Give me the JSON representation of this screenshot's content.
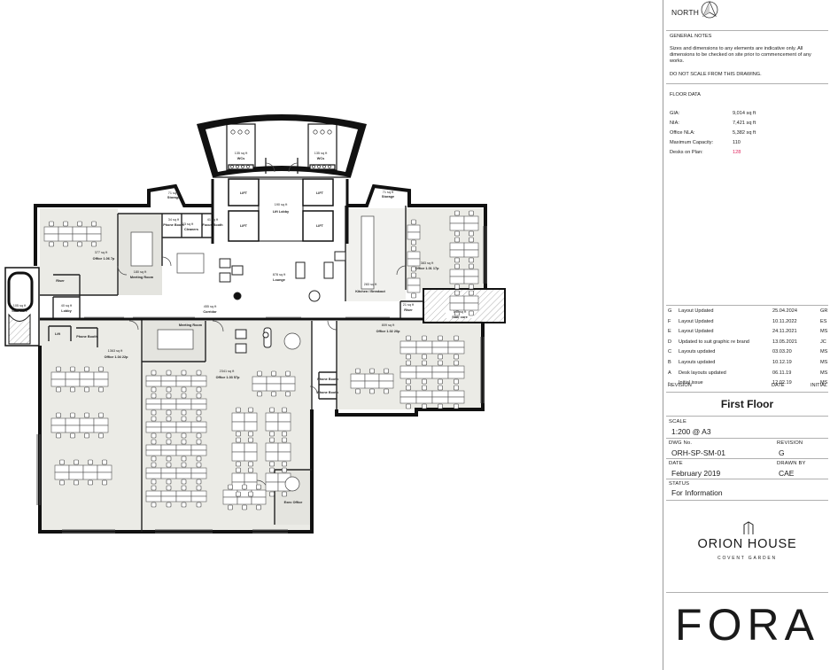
{
  "north": {
    "label": "NORTH"
  },
  "notes": {
    "heading": "GENERAL NOTES",
    "line1": "Sizes and dimensions to any elements are indicative only. All",
    "line2": "dimensions to be checked on site prior to commencement of any",
    "line3": "works.",
    "scale_note": "DO NOT SCALE FROM THIS DRAWING."
  },
  "floor_data": {
    "heading": "FLOOR DATA",
    "rows": [
      {
        "label": "GIA:",
        "value": "9,014 sq ft"
      },
      {
        "label": "NIA:",
        "value": "7,421 sq ft"
      },
      {
        "label": "Office NLA:",
        "value": "5,382 sq ft"
      },
      {
        "label": "Maximum Capacity:",
        "value": "110"
      },
      {
        "label": "Desks on Plan:",
        "value": "128"
      }
    ],
    "highlight_color": "#e0245e"
  },
  "revisions": {
    "rows": [
      {
        "rev": "G",
        "desc": "Layout Updated",
        "date": "25.04.2024",
        "init": "GR"
      },
      {
        "rev": "F",
        "desc": "Layout Updated",
        "date": "10.11.2022",
        "init": "ES"
      },
      {
        "rev": "E",
        "desc": "Layout Updated",
        "date": "24.11.2021",
        "init": "MS"
      },
      {
        "rev": "D",
        "desc": "Updated to suit graphic re brand",
        "date": "13.05.2021",
        "init": "JC"
      },
      {
        "rev": "C",
        "desc": "Layouts updated",
        "date": "03.03.20",
        "init": "MS"
      },
      {
        "rev": "B",
        "desc": "Layouts updated",
        "date": "10.12.19",
        "init": "MS"
      },
      {
        "rev": "A",
        "desc": "Desk layouts updated",
        "date": "06.11.19",
        "init": "MS"
      },
      {
        "rev": "-",
        "desc": "Initial issue",
        "date": "12.02.19",
        "init": "MS"
      }
    ],
    "header": {
      "rev": "REVISION",
      "date": "DATE",
      "init": "INITIAL"
    }
  },
  "title_block": {
    "floor": "First Floor",
    "scale_cap": "SCALE",
    "scale_val": "1:200 @ A3",
    "dwg_cap": "DWG No.",
    "dwg_val": "ORH-SP-SM-01",
    "revision_cap": "REVISION",
    "revision_val": "G",
    "date_cap": "DATE",
    "date_val": "February 2019",
    "drawn_cap": "DRAWN BY",
    "drawn_val": "CAE",
    "status_cap": "STATUS",
    "status_val": "For Information"
  },
  "branding": {
    "building": "ORION HOUSE",
    "area": "COVENT GARDEN",
    "company": "FORA"
  },
  "plan": {
    "rooms": [
      {
        "id": "wc1",
        "name": "WCs",
        "area": "135 sq ft"
      },
      {
        "id": "wc2",
        "name": "WCs",
        "area": "135 sq ft"
      },
      {
        "id": "lift1",
        "name": "LIFT"
      },
      {
        "id": "lift2",
        "name": "LIFT"
      },
      {
        "id": "lift3",
        "name": "LIFT"
      },
      {
        "id": "lift4",
        "name": "LIFT"
      },
      {
        "id": "liftlobby",
        "name": "Lift Lobby",
        "area": "190 sq ft"
      },
      {
        "id": "storage1",
        "name": "Storage",
        "area": "71 sq ft"
      },
      {
        "id": "storage2",
        "name": "Storage",
        "area": "71 sq ft"
      },
      {
        "id": "phone1",
        "name": "Phone Booth",
        "area": "34 sq ft"
      },
      {
        "id": "cleaners",
        "name": "Cleaners",
        "area": "23 sq ft"
      },
      {
        "id": "focus",
        "name": "Focus Booth",
        "area": "41 sq ft"
      },
      {
        "id": "meeting1",
        "name": "Meeting Room",
        "area": "180 sq ft"
      },
      {
        "id": "office106",
        "name": "Office 1.06 7p",
        "area": "377 sq ft"
      },
      {
        "id": "lounge",
        "name": "Lounge",
        "area": "878 sq ft"
      },
      {
        "id": "kitchen",
        "name": "Kitchen / Breakout",
        "area": "283 sq ft"
      },
      {
        "id": "office101",
        "name": "Office 1.01 17p",
        "area": "383 sq ft"
      },
      {
        "id": "riser1",
        "name": "Riser"
      },
      {
        "id": "lobby",
        "name": "Lobby",
        "area": "40 sq ft"
      },
      {
        "id": "stair1",
        "name": "Stair core",
        "area": "105 sq ft"
      },
      {
        "id": "lift5",
        "name": "Lift"
      },
      {
        "id": "phone2",
        "name": "Phone Booth"
      },
      {
        "id": "corridor",
        "name": "Corridor",
        "area": "455 sq ft"
      },
      {
        "id": "riser2",
        "name": "Riser",
        "area": "21 sq ft"
      },
      {
        "id": "stair2",
        "name": "Stair core",
        "area": "145 sq ft"
      },
      {
        "id": "meeting2",
        "name": "Meeting Room"
      },
      {
        "id": "office104",
        "name": "Office 1.04 22p",
        "area": "1363 sq ft"
      },
      {
        "id": "office103",
        "name": "Office 1.03 57p",
        "area": "2341 sq ft"
      },
      {
        "id": "office102",
        "name": "Office 1.02 20p",
        "area": "809 sq ft"
      },
      {
        "id": "phone3",
        "name": "Phone Booth"
      },
      {
        "id": "phone4",
        "name": "Phone Booth"
      },
      {
        "id": "execoffice",
        "name": "Exec Office"
      }
    ]
  }
}
